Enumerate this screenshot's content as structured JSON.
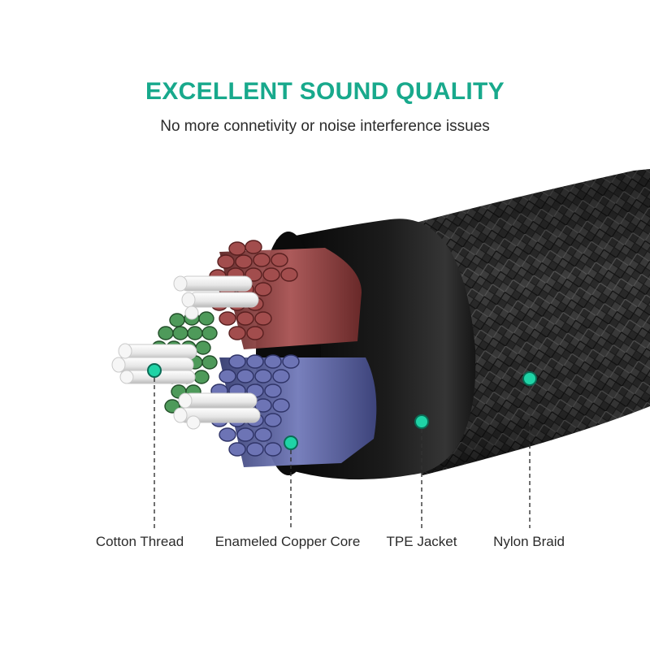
{
  "header": {
    "title": "EXCELLENT SOUND QUALITY",
    "subtitle": "No more connetivity or noise interference issues"
  },
  "colors": {
    "accent": "#18a98c",
    "marker": "#1fd3a6"
  },
  "callouts": [
    {
      "id": "cotton",
      "label": "Cotton Thread"
    },
    {
      "id": "copper",
      "label": "Enameled Copper Core"
    },
    {
      "id": "tpe",
      "label": "TPE Jacket"
    },
    {
      "id": "nylon",
      "label": "Nylon Braid"
    }
  ]
}
